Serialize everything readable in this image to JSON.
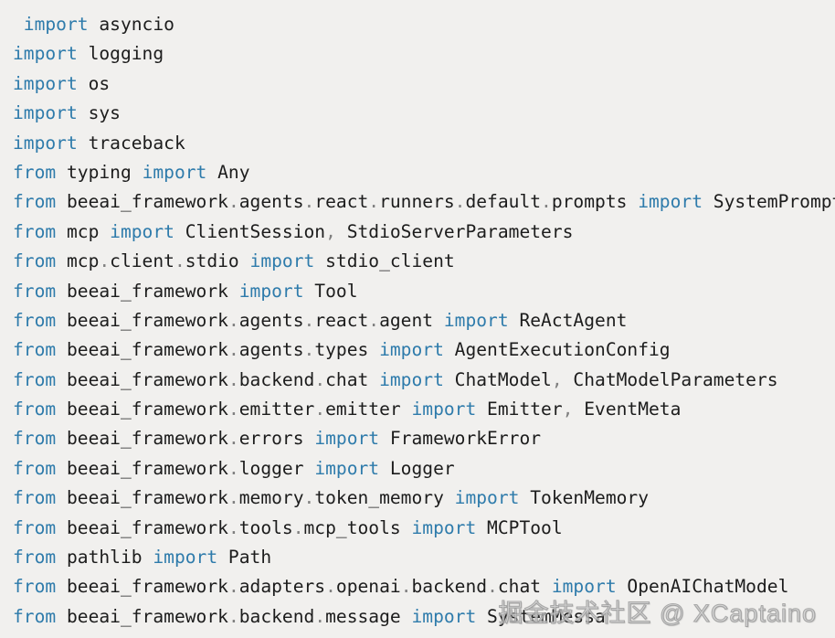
{
  "colors": {
    "background": "#f1f0ee",
    "keyword": "#2e7bab",
    "identifier": "#1c1c1c",
    "punctuation": "#7f7f7f",
    "watermark_gray": "#969696"
  },
  "code": {
    "language": "python",
    "lines": [
      " import asyncio",
      "import logging",
      "import os",
      "import sys",
      "import traceback",
      "from typing import Any",
      "from beeai_framework.agents.react.runners.default.prompts import SystemPrompt",
      "from mcp import ClientSession, StdioServerParameters",
      "from mcp.client.stdio import stdio_client",
      "from beeai_framework import Tool",
      "from beeai_framework.agents.react.agent import ReActAgent",
      "from beeai_framework.agents.types import AgentExecutionConfig",
      "from beeai_framework.backend.chat import ChatModel, ChatModelParameters",
      "from beeai_framework.emitter.emitter import Emitter, EventMeta",
      "from beeai_framework.errors import FrameworkError",
      "from beeai_framework.logger import Logger",
      "from beeai_framework.memory.token_memory import TokenMemory",
      "from beeai_framework.tools.mcp_tools import MCPTool",
      "from pathlib import Path",
      "from beeai_framework.adapters.openai.backend.chat import OpenAIChatModel",
      "from beeai_framework.backend.message import SystemMessa"
    ]
  },
  "watermark": {
    "text": "掘金技术社区 @ XCaptaino"
  }
}
